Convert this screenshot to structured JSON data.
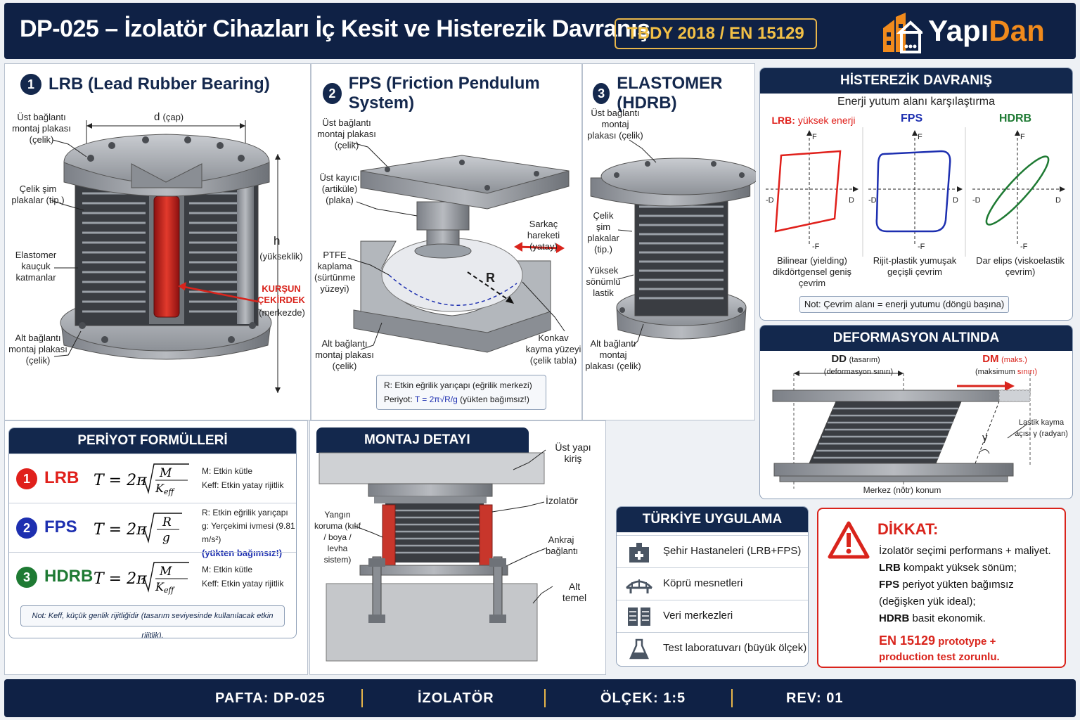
{
  "header": {
    "title": "DP-025 – İzolatör Cihazları İç Kesit ve Histerezik Davranış",
    "standard": "TBDY 2018 / EN 15129",
    "logo_part1": "Yapı",
    "logo_part2": "Dan",
    "logo_icon": "building-icon",
    "accent_color": "#f08a1c",
    "navy_color": "#0f2145"
  },
  "lrb": {
    "num": "1",
    "title": "LRB (Lead Rubber Bearing)",
    "d_label": "d",
    "d_unit": "(çap)",
    "h_label": "h",
    "h_unit": "(yükseklik)",
    "top_plate": "Üst bağlantı montaj plakası (çelik)",
    "shim": "Çelik şim plakalar (tip.)",
    "elastomer": "Elastomer kauçuk katmanlar",
    "bottom_plate": "Alt bağlantı montaj plakası (çelik)",
    "core": "KURŞUN ÇEKİRDEK",
    "core_note": "(merkezde)"
  },
  "fps": {
    "num": "2",
    "title": "FPS (Friction Pendulum System)",
    "top_plate": "Üst bağlantı montaj plakası (çelik)",
    "slider": "Üst kayıcı (artiküle) (plaka)",
    "ptfe": "PTFE kaplama (sürtünme yüzeyi)",
    "bottom_plate": "Alt bağlantı montaj plakası (çelik)",
    "pendulum": "Sarkaç hareketi (yatay)",
    "concave": "Konkav kayma yüzeyi (çelik tabla)",
    "r_label": "R",
    "note_r": "R: Etkin eğrilik yarıçapı (eğrilik merkezi)",
    "note_period_prefix": "Periyot:",
    "note_period_formula": "T = 2π√R/g",
    "note_period_suffix": "(yükten bağımsız!)"
  },
  "hdrb": {
    "num": "3",
    "title": "ELASTOMER (HDRB)",
    "top_plate": "Üst bağlantı montaj plakası (çelik)",
    "shim": "Çelik şim plakalar (tip.)",
    "rubber": "Yüksek sönümlü lastik",
    "bottom_plate": "Alt bağlantı montaj plakası (çelik)"
  },
  "hysteresis": {
    "title": "HİSTEREZİK DAVRANIŞ",
    "subtitle": "Enerji yutum alanı karşılaştırma",
    "lrb_label_prefix": "LRB:",
    "lrb_label_suffix": "yüksek enerji",
    "fps_label": "FPS",
    "hdrb_label": "HDRB",
    "axis_f": "F",
    "axis_nf": "-F",
    "axis_d": "D",
    "axis_nd": "-D",
    "lrb_desc": "Bilinear (yielding) dikdörtgensel geniş çevrim",
    "fps_desc": "Rijit-plastik yumuşak geçişli çevrim",
    "hdrb_desc": "Dar elips (viskoelastik çevrim)",
    "note": "Not: Çevrim alanı = enerji yutumu (döngü başına)",
    "lrb_color": "#e0201b",
    "fps_color": "#1d2fb0",
    "hdrb_color": "#1e7a33"
  },
  "deformation": {
    "title": "DEFORMASYON ALTINDA",
    "dd_label": "DD",
    "dd_sub": "(tasarım)",
    "dd_note": "(deformasyon sınırı)",
    "dm_label": "DM",
    "dm_sub": "(maks.)",
    "dm_note_prefix": "(maksimum",
    "dm_note_red": "sınırı)",
    "gamma": "γ",
    "shear_angle": "Lastik kayma açısı γ (radyan)",
    "center": "Merkez (nötr) konum"
  },
  "period": {
    "title": "PERİYOT FORMÜLLERİ",
    "rows": [
      {
        "num": "1",
        "name": "LRB",
        "color": "#e0201b",
        "desc1": "M: Etkin kütle",
        "desc2": "Keff: Etkin yatay rijitlik",
        "desc3": ""
      },
      {
        "num": "2",
        "name": "FPS",
        "color": "#1d2fb0",
        "desc1": "R: Etkin eğrilik yarıçapı",
        "desc2": "g: Yerçekimi ivmesi (9.81 m/s²)",
        "desc3": "(yükten bağımsız!)"
      },
      {
        "num": "3",
        "name": "HDRB",
        "color": "#1e7a33",
        "desc1": "M: Etkin kütle",
        "desc2": "Keff: Etkin yatay rijitlik",
        "desc3": ""
      }
    ],
    "note": "Not: Keff, küçük genlik rijitliğidir (tasarım seviyesinde kullanılacak etkin rijitlik)."
  },
  "mounting": {
    "title": "MONTAJ DETAYI",
    "beam": "Üst yapı kiriş",
    "isolator": "İzolatör",
    "fire": "Yangın koruma (kılıf / boya / levha sistem)",
    "anchor": "Ankraj bağlantı",
    "foundation": "Alt temel"
  },
  "turkey": {
    "title": "TÜRKİYE UYGULAMA",
    "items": [
      {
        "icon": "hospital-icon",
        "text": "Şehir Hastaneleri (LRB+FPS)"
      },
      {
        "icon": "bridge-icon",
        "text": "Köprü mesnetleri"
      },
      {
        "icon": "server-icon",
        "text": "Veri merkezleri"
      },
      {
        "icon": "flask-icon",
        "text": "Test laboratuvarı (büyük ölçek)"
      }
    ]
  },
  "warning": {
    "title": "DİKKAT:",
    "line1": "İzolatör seçimi performans + maliyet.",
    "line2_b": "LRB",
    "line2": "kompakt yüksek sönüm;",
    "line3_b": "FPS",
    "line3": "periyot yükten bağımsız",
    "line4": "(değişken yük ideal);",
    "line5_b": "HDRB",
    "line5": "basit ekonomik.",
    "red1_b": "EN 15129",
    "red1": "prototype +",
    "red2": "production test zorunlu.",
    "color": "#d9241c"
  },
  "footer": {
    "sheet": "PAFTA: DP-025",
    "subject": "İZOLATÖR",
    "scale": "ÖLÇEK: 1:5",
    "rev": "REV: 01"
  }
}
